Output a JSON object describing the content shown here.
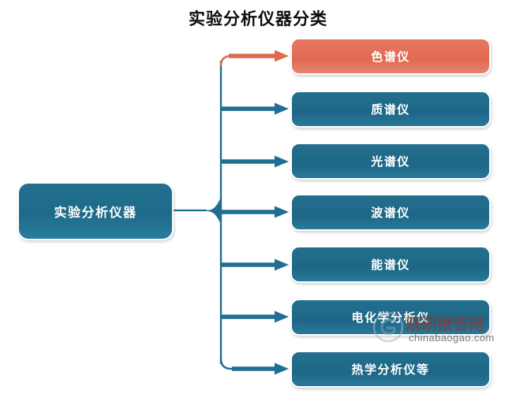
{
  "title": "实验分析仪器分类",
  "root": {
    "label": "实验分析仪器"
  },
  "leaves": [
    {
      "label": "色谱仪",
      "color": "#e06a52",
      "highlight": true
    },
    {
      "label": "质谱仪",
      "color": "#1e6786",
      "highlight": false
    },
    {
      "label": "光谱仪",
      "color": "#1e6786",
      "highlight": false
    },
    {
      "label": "波谱仪",
      "color": "#1e6786",
      "highlight": false
    },
    {
      "label": "能谱仪",
      "color": "#1e6786",
      "highlight": false
    },
    {
      "label": "电化学分析仪",
      "color": "#1e6786",
      "highlight": false
    },
    {
      "label": "热学分析仪等",
      "color": "#1e6786",
      "highlight": false
    }
  ],
  "colors": {
    "accent_teal": "#1e6786",
    "accent_salmon": "#e06a52",
    "connector_teal": "#1f6f92",
    "connector_salmon": "#e0694f",
    "background": "#ffffff",
    "title_text": "#0d0d0d"
  },
  "watermark": {
    "logo_name": "chinabaogao-swirl-logo",
    "cn_text": "观研报告网",
    "url_text": "chinabaogao.com"
  }
}
